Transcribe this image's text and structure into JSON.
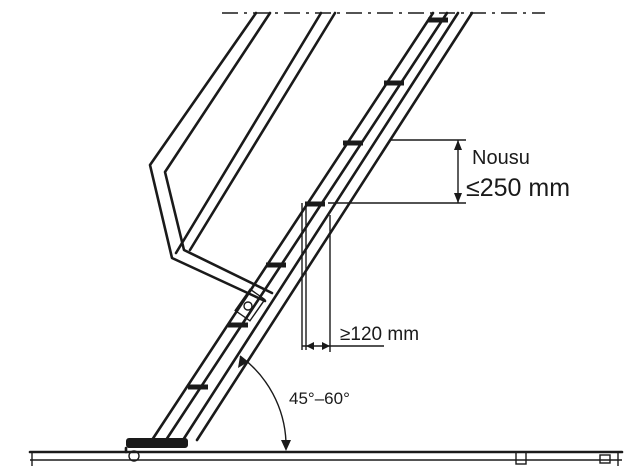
{
  "labels": {
    "rise_word": "Nousu",
    "rise_value": "≤250 mm",
    "toe_clearance": "≥120 mm",
    "angle_range": "45°–60°"
  }
}
